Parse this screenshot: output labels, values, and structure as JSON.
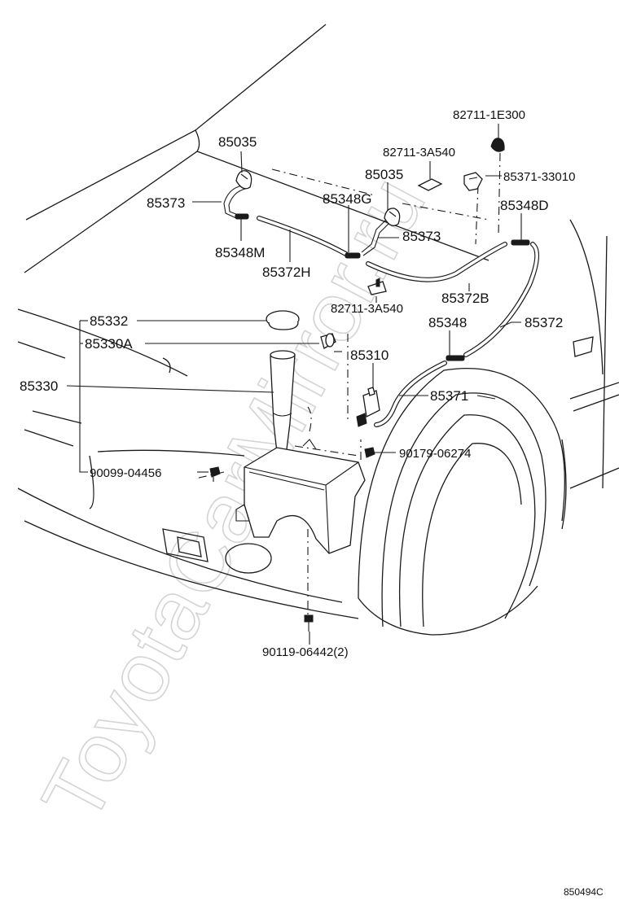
{
  "diagram": {
    "watermark": "ToyotaCarMirror.ru",
    "reference_code": "850494C",
    "labels": {
      "p85035_left": "85035",
      "p85373_left": "85373",
      "p85348M": "85348M",
      "p85372H": "85372H",
      "p85348G": "85348G",
      "p85035_right": "85035",
      "p85373_right": "85373",
      "p82711_3A540_top": "82711-3A540",
      "p82711_1E300": "82711-1E300",
      "p85371_33010": "85371-33010",
      "p85348D": "85348D",
      "p82711_3A540_bottom": "82711-3A540",
      "p85372B": "85372B",
      "p85332": "85332",
      "p85330A": "85330A",
      "p85330": "85330",
      "p85348": "85348",
      "p85372": "85372",
      "p85310": "85310",
      "p85371": "85371",
      "p90179_06274": "90179-06274",
      "p90099_04456": "90099-04456",
      "p90119_06442": "90119-06442(2)"
    }
  }
}
